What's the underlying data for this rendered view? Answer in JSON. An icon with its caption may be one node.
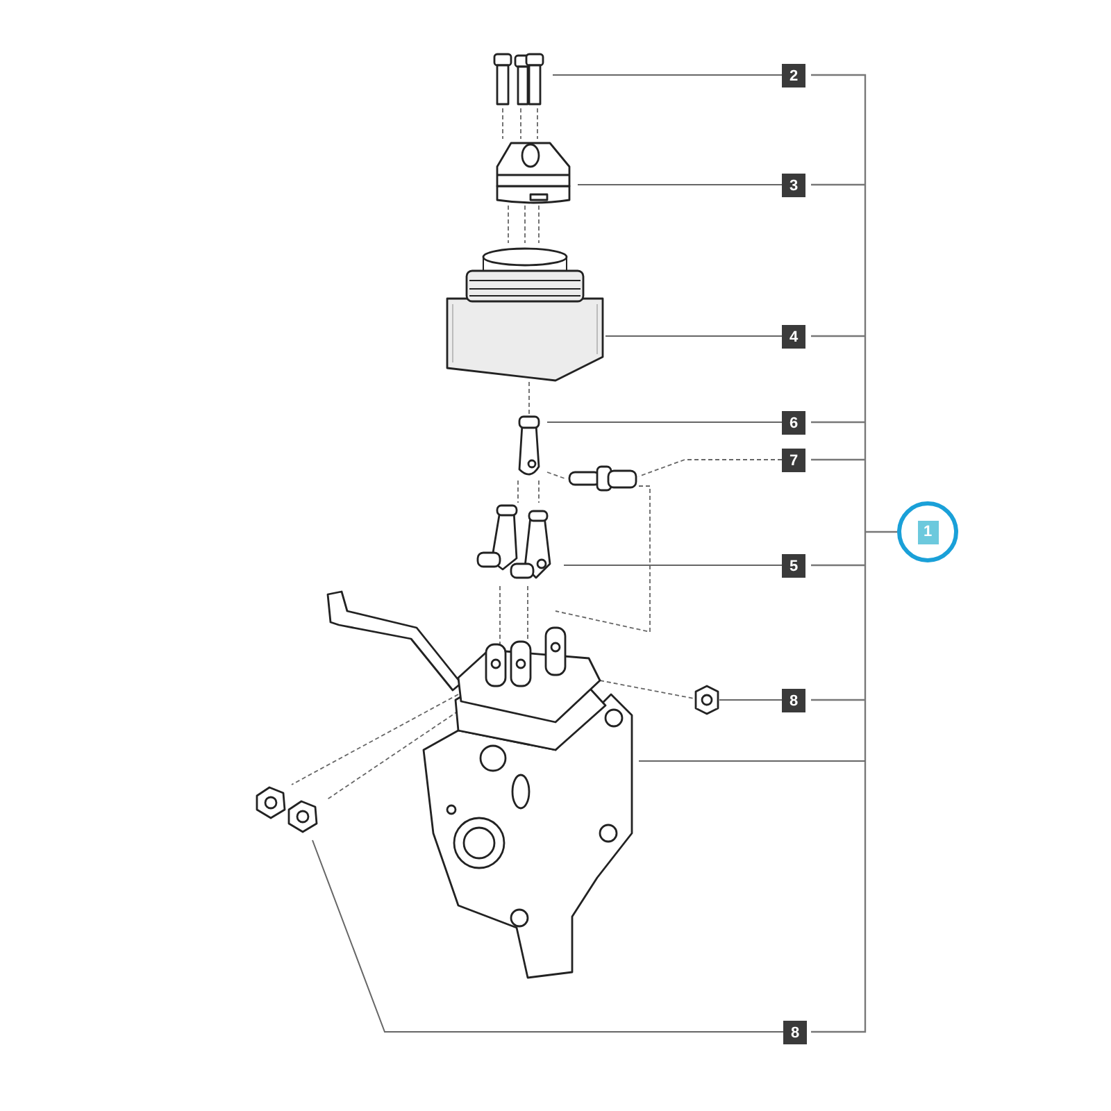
{
  "diagram": {
    "nodes": [
      {
        "text": [
          "2"
        ]
      },
      {
        "text": [],
        "shape": "picture"
      },
      {
        "text": [
          "3"
        ]
      },
      {
        "text": [],
        "shape": "picture"
      },
      {
        "text": [
          "4"
        ]
      },
      {
        "text": [],
        "shape": "picture"
      },
      {
        "text": [
          "6"
        ]
      },
      {
        "text": [],
        "shape": "picture"
      },
      {
        "text": [
          "7"
        ]
      },
      {
        "text": [],
        "shape": "picture"
      },
      {
        "text": [
          "5"
        ]
      },
      {
        "text": [],
        "shape": "picture"
      },
      {
        "text": [
          "8"
        ]
      },
      {
        "text": [],
        "shape": "picture"
      },
      {
        "text": [],
        "shape": "picture"
      },
      {
        "text": [
          "8"
        ]
      },
      {
        "text": [],
        "shape": "picture"
      },
      {
        "text": [
          "1"
        ]
      }
    ],
    "edges": [
      {
        "from": 0,
        "to": 1,
        "arrow": "none"
      },
      {
        "from": 2,
        "to": 3,
        "arrow": "none"
      },
      {
        "from": 4,
        "to": 5,
        "arrow": "none"
      },
      {
        "from": 6,
        "to": 7,
        "arrow": "none"
      },
      {
        "from": 8,
        "to": 9,
        "arrow": "none",
        "style": "dashed"
      },
      {
        "from": 10,
        "to": 11,
        "arrow": "none"
      },
      {
        "from": 12,
        "to": 13,
        "arrow": "none"
      },
      {
        "from": 14,
        "to": null,
        "arrow": "none"
      },
      {
        "from": 15,
        "to": 16,
        "arrow": "none"
      },
      {
        "from": 1,
        "to": 3,
        "arrow": "none",
        "style": "dashed"
      },
      {
        "from": 1,
        "to": 3,
        "arrow": "none",
        "style": "dashed"
      },
      {
        "from": 1,
        "to": 3,
        "arrow": "none",
        "style": "dashed"
      },
      {
        "from": 3,
        "to": 5,
        "arrow": "none",
        "style": "dashed"
      },
      {
        "from": 3,
        "to": 5,
        "arrow": "none",
        "style": "dashed"
      },
      {
        "from": 3,
        "to": 5,
        "arrow": "none",
        "style": "dashed"
      },
      {
        "from": 5,
        "to": 7,
        "arrow": "none",
        "style": "dashed"
      },
      {
        "from": 7,
        "to": 11,
        "arrow": "none",
        "style": "dashed"
      },
      {
        "from": 7,
        "to": 11,
        "arrow": "none",
        "style": "dashed"
      },
      {
        "from": 7,
        "to": 9,
        "arrow": "none",
        "style": "dashed"
      },
      {
        "from": 9,
        "to": 14,
        "arrow": "none",
        "style": "dashed"
      },
      {
        "from": 11,
        "to": 14,
        "arrow": "none",
        "style": "dashed"
      },
      {
        "from": 11,
        "to": 14,
        "arrow": "none",
        "style": "dashed"
      },
      {
        "from": 14,
        "to": 13,
        "arrow": "none",
        "style": "dashed"
      },
      {
        "from": 14,
        "to": 16,
        "arrow": "none",
        "style": "dashed"
      },
      {
        "from": 14,
        "to": 16,
        "arrow": "none",
        "style": "dashed"
      }
    ]
  }
}
